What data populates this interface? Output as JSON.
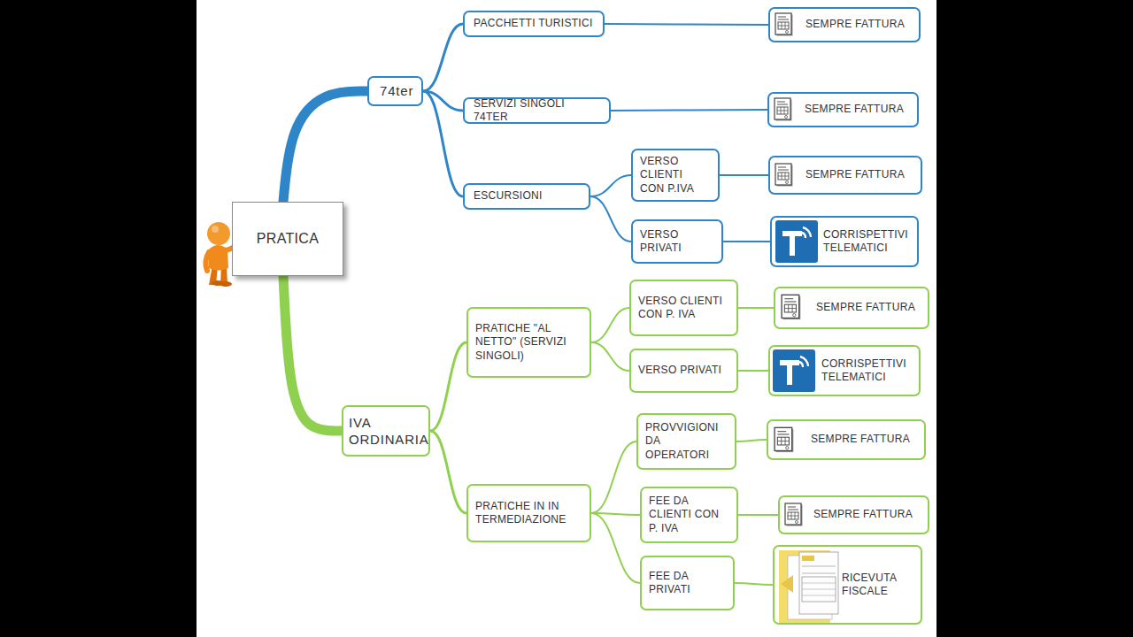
{
  "diagram": {
    "nodes": [
      {
        "text": [
          "PRATICA"
        ]
      },
      {
        "text": [
          "74ter"
        ]
      },
      {
        "text": [
          "PACCHETTI TURISTICI"
        ]
      },
      {
        "text": [
          "SEMPRE FATTURA"
        ]
      },
      {
        "text": [
          "SERVIZI SINGOLI 74TER"
        ]
      },
      {
        "text": [
          "SEMPRE FATTURA"
        ]
      },
      {
        "text": [
          "ESCURSIONI"
        ]
      },
      {
        "text": [
          "VERSO CLIENTI CON P.IVA"
        ]
      },
      {
        "text": [
          "SEMPRE FATTURA"
        ]
      },
      {
        "text": [
          "VERSO PRIVATI"
        ]
      },
      {
        "text": [
          "CORRISPETTIVI TELEMATICI"
        ]
      },
      {
        "text": [
          "IVA ORDINARIA"
        ]
      },
      {
        "text": [
          "PRATICHE \"AL NETTO\" (SERVIZI SINGOLI)"
        ]
      },
      {
        "text": [
          "VERSO CLIENTI CON P. IVA"
        ]
      },
      {
        "text": [
          "SEMPRE FATTURA"
        ]
      },
      {
        "text": [
          "VERSO PRIVATI"
        ]
      },
      {
        "text": [
          "CORRISPETTIVI TELEMATICI"
        ]
      },
      {
        "text": [
          "PRATICHE IN IN TERMEDIAZIONE"
        ]
      },
      {
        "text": [
          "PROVVIGIONI DA OPERATORI"
        ]
      },
      {
        "text": [
          "SEMPRE FATTURA"
        ]
      },
      {
        "text": [
          "FEE DA CLIENTI CON P. IVA"
        ]
      },
      {
        "text": [
          "SEMPRE FATTURA"
        ]
      },
      {
        "text": [
          "FEE DA PRIVATI"
        ]
      },
      {
        "text": [
          "RICEVUTA FISCALE"
        ]
      }
    ],
    "edges": [
      {
        "from": 0,
        "to": 1,
        "arrow": "none"
      },
      {
        "from": 0,
        "to": 11,
        "arrow": "none"
      },
      {
        "from": 1,
        "to": 2,
        "arrow": "none"
      },
      {
        "from": 1,
        "to": 4,
        "arrow": "none"
      },
      {
        "from": 1,
        "to": 6,
        "arrow": "none"
      },
      {
        "from": 2,
        "to": 3,
        "arrow": "none"
      },
      {
        "from": 4,
        "to": 5,
        "arrow": "none"
      },
      {
        "from": 6,
        "to": 7,
        "arrow": "none"
      },
      {
        "from": 6,
        "to": 9,
        "arrow": "none"
      },
      {
        "from": 7,
        "to": 8,
        "arrow": "none"
      },
      {
        "from": 9,
        "to": 10,
        "arrow": "none"
      },
      {
        "from": 11,
        "to": 12,
        "arrow": "none"
      },
      {
        "from": 11,
        "to": 17,
        "arrow": "none"
      },
      {
        "from": 12,
        "to": 13,
        "arrow": "none"
      },
      {
        "from": 12,
        "to": 15,
        "arrow": "none"
      },
      {
        "from": 13,
        "to": 14,
        "arrow": "none"
      },
      {
        "from": 15,
        "to": 16,
        "arrow": "none"
      },
      {
        "from": 17,
        "to": 18,
        "arrow": "none"
      },
      {
        "from": 17,
        "to": 20,
        "arrow": "none"
      },
      {
        "from": 17,
        "to": 22,
        "arrow": "none"
      },
      {
        "from": 18,
        "to": 19,
        "arrow": "none"
      },
      {
        "from": 20,
        "to": 21,
        "arrow": "none"
      },
      {
        "from": 22,
        "to": 23,
        "arrow": "none"
      }
    ]
  }
}
